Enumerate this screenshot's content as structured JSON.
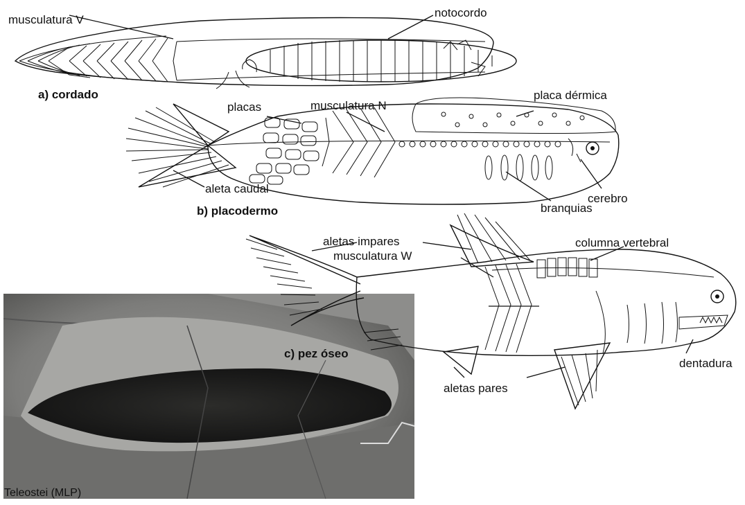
{
  "figures": {
    "a": {
      "title": "a) cordado",
      "labels": {
        "muscle": "musculatura V",
        "notochord": "notocordo"
      }
    },
    "b": {
      "title": "b) placodermo",
      "labels": {
        "plates": "placas",
        "muscle": "musculatura N",
        "dermal_plate": "placa dérmica",
        "caudal_fin": "aleta caudal",
        "brain": "cerebro",
        "gills": "branquias"
      }
    },
    "c": {
      "title": "c) pez óseo",
      "labels": {
        "unpaired_fins": "aletas impares",
        "muscle": "musculatura W",
        "vertebral_column": "columna vertebral",
        "paired_fins": "aletas pares",
        "teeth": "dentadura"
      }
    }
  },
  "photo": {
    "caption": "Teleostei (MLP)"
  }
}
